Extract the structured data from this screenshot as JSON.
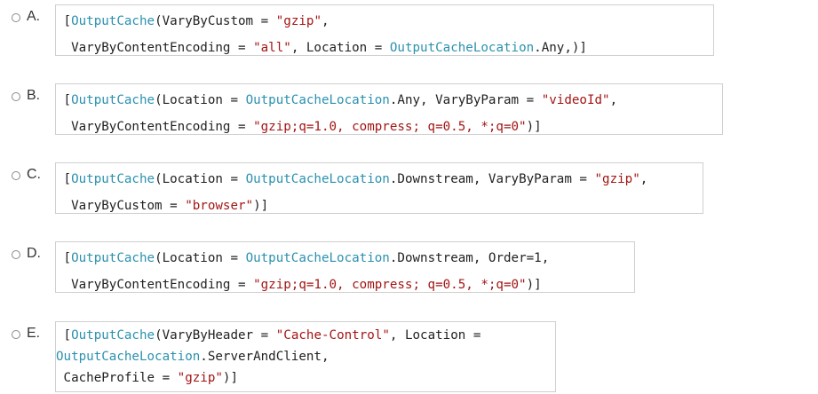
{
  "options": [
    {
      "letter": "A.",
      "lines": [
        [
          {
            "t": " [",
            "k": "plain"
          },
          {
            "t": "OutputCache",
            "k": "attr"
          },
          {
            "t": "(VaryByCustom = ",
            "k": "plain"
          },
          {
            "t": "\"gzip\"",
            "k": "str"
          },
          {
            "t": ",",
            "k": "plain"
          }
        ],
        [
          {
            "t": "  VaryByContentEncoding = ",
            "k": "plain"
          },
          {
            "t": "\"all\"",
            "k": "str"
          },
          {
            "t": ", Location = ",
            "k": "plain"
          },
          {
            "t": "OutputCacheLocation",
            "k": "type"
          },
          {
            "t": ".Any,)]",
            "k": "plain"
          }
        ]
      ]
    },
    {
      "letter": "B.",
      "lines": [
        [
          {
            "t": " [",
            "k": "plain"
          },
          {
            "t": "OutputCache",
            "k": "attr"
          },
          {
            "t": "(Location = ",
            "k": "plain"
          },
          {
            "t": "OutputCacheLocation",
            "k": "type"
          },
          {
            "t": ".Any, VaryByParam = ",
            "k": "plain"
          },
          {
            "t": "\"videoId\"",
            "k": "str"
          },
          {
            "t": ",",
            "k": "plain"
          }
        ],
        [
          {
            "t": "  VaryByContentEncoding = ",
            "k": "plain"
          },
          {
            "t": "\"gzip;q=1.0, compress; q=0.5, *;q=0\"",
            "k": "str"
          },
          {
            "t": ")]",
            "k": "plain"
          }
        ]
      ]
    },
    {
      "letter": "C.",
      "lines": [
        [
          {
            "t": " [",
            "k": "plain"
          },
          {
            "t": "OutputCache",
            "k": "attr"
          },
          {
            "t": "(Location = ",
            "k": "plain"
          },
          {
            "t": "OutputCacheLocation",
            "k": "type"
          },
          {
            "t": ".Downstream, VaryByParam = ",
            "k": "plain"
          },
          {
            "t": "\"gzip\"",
            "k": "str"
          },
          {
            "t": ",",
            "k": "plain"
          }
        ],
        [
          {
            "t": "  VaryByCustom = ",
            "k": "plain"
          },
          {
            "t": "\"browser\"",
            "k": "str"
          },
          {
            "t": ")]",
            "k": "plain"
          }
        ]
      ]
    },
    {
      "letter": "D.",
      "lines": [
        [
          {
            "t": " [",
            "k": "plain"
          },
          {
            "t": "OutputCache",
            "k": "attr"
          },
          {
            "t": "(Location = ",
            "k": "plain"
          },
          {
            "t": "OutputCacheLocation",
            "k": "type"
          },
          {
            "t": ".Downstream, Order=1,",
            "k": "plain"
          }
        ],
        [
          {
            "t": "  VaryByContentEncoding = ",
            "k": "plain"
          },
          {
            "t": "\"gzip;q=1.0, compress; q=0.5, *;q=0\"",
            "k": "str"
          },
          {
            "t": ")]",
            "k": "plain"
          }
        ]
      ]
    },
    {
      "letter": "E.",
      "lines": [
        [
          {
            "t": " [",
            "k": "plain"
          },
          {
            "t": "OutputCache",
            "k": "attr"
          },
          {
            "t": "(VaryByHeader = ",
            "k": "plain"
          },
          {
            "t": "\"Cache-Control\"",
            "k": "str"
          },
          {
            "t": ", Location =",
            "k": "plain"
          }
        ],
        [
          {
            "t": "OutputCacheLocation",
            "k": "type"
          },
          {
            "t": ".ServerAndClient,",
            "k": "plain"
          }
        ],
        [
          {
            "t": " CacheProfile = ",
            "k": "plain"
          },
          {
            "t": "\"gzip\"",
            "k": "str"
          },
          {
            "t": ")]",
            "k": "plain"
          }
        ]
      ]
    }
  ],
  "colors": {
    "attribute": "#2b91af",
    "type": "#2b91af",
    "string": "#a31515",
    "plain": "#222222",
    "box_border": "#cfcfcf"
  }
}
